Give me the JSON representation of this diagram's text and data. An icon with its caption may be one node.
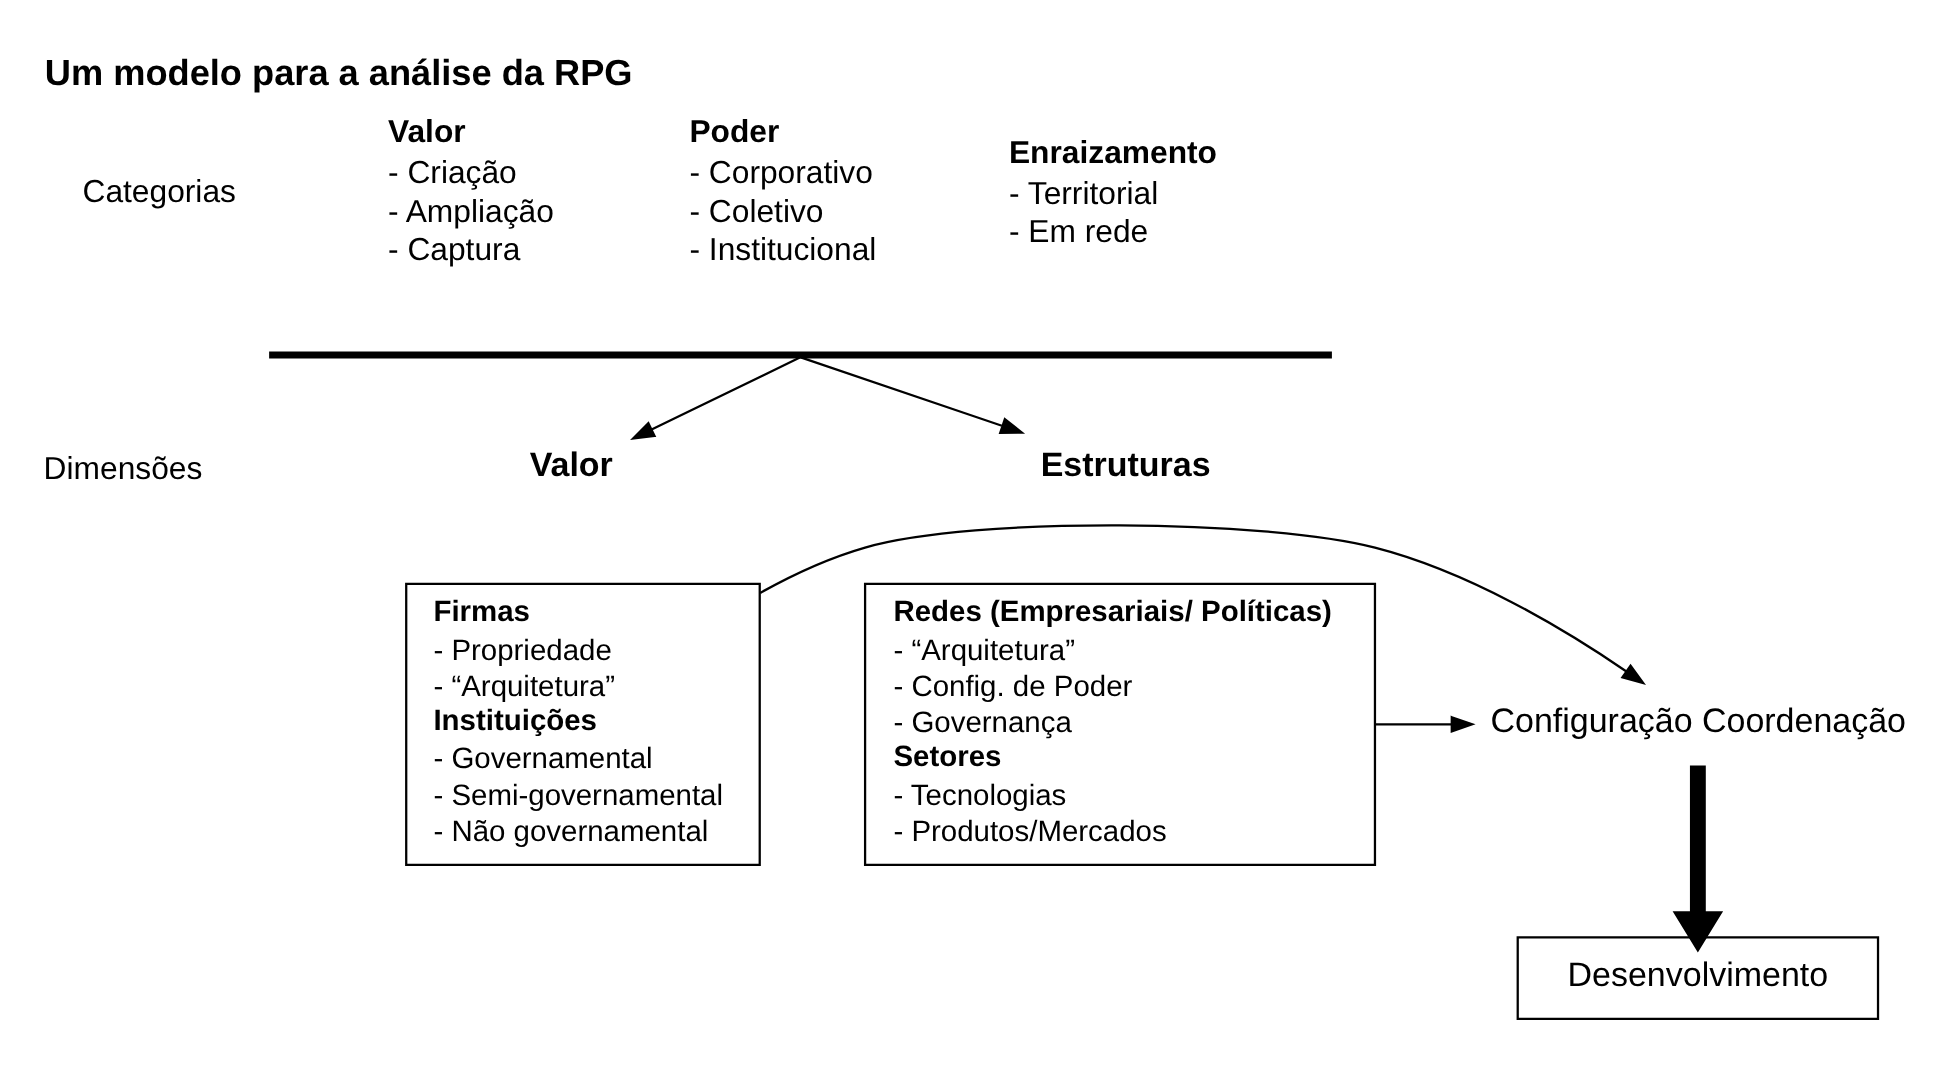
{
  "diagram": {
    "title": "Um modelo para a análise da RPG",
    "nodes": [
      {
        "text": [],
        "shape": "bar"
      },
      {
        "text": [
          "Valor"
        ]
      },
      {
        "text": [
          "Estruturas"
        ]
      },
      {
        "text": [
          "Firmas",
          "- Propriedade",
          "- “Arquitetura”",
          "Instituições",
          "- Governamental",
          "- Semi-governamental",
          "- Não governamental"
        ]
      },
      {
        "text": [
          "Configuração Coordenação"
        ]
      },
      {
        "text": [
          "Redes (Empresariais/ Políticas)",
          "- “Arquitetura”",
          "- Config. de Poder",
          "- Governança",
          "Setores",
          "- Tecnologias",
          "- Produtos/Mercados"
        ]
      },
      {
        "text": [
          "Desenvolvimento"
        ]
      }
    ],
    "edges": [
      {
        "from": 0,
        "to": 1,
        "arrow": "to"
      },
      {
        "from": 0,
        "to": 2,
        "arrow": "to"
      },
      {
        "from": 3,
        "to": 4,
        "arrow": "to"
      },
      {
        "from": 5,
        "to": 4,
        "arrow": "to"
      },
      {
        "from": 4,
        "to": 6,
        "arrow": "to",
        "style": "thick"
      }
    ],
    "labels": [
      "Categorias",
      "Valor",
      "- Criação",
      "- Ampliação",
      "- Captura",
      "Poder",
      "- Corporativo",
      "- Coletivo",
      "- Institucional",
      "Enraizamento",
      "- Territorial",
      "- Em rede",
      "Dimensões"
    ]
  }
}
